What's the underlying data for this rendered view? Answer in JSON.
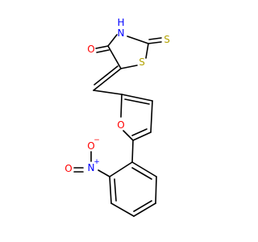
{
  "structure": {
    "atoms": {
      "o_carbonyl": {
        "text": "O",
        "color": "#ff0000"
      },
      "h": {
        "text": "H",
        "color": "#0000ff"
      },
      "n_ring": {
        "text": "N",
        "color": "#0000ff"
      },
      "s_thione": {
        "text": "S",
        "color": "#b2a200"
      },
      "s_ring": {
        "text": "S",
        "color": "#b2a200"
      },
      "o_furan": {
        "text": "O",
        "color": "#ff0000"
      },
      "o_minus": {
        "text": "O",
        "color": "#ff0000"
      },
      "o_minus_charge": {
        "text": "−",
        "color": "#ff0000"
      },
      "n_nitro": {
        "text": "N",
        "color": "#0000ff"
      },
      "n_nitro_charge": {
        "text": "+",
        "color": "#0000ff"
      },
      "o_nitro": {
        "text": "O",
        "color": "#ff0000"
      }
    }
  }
}
